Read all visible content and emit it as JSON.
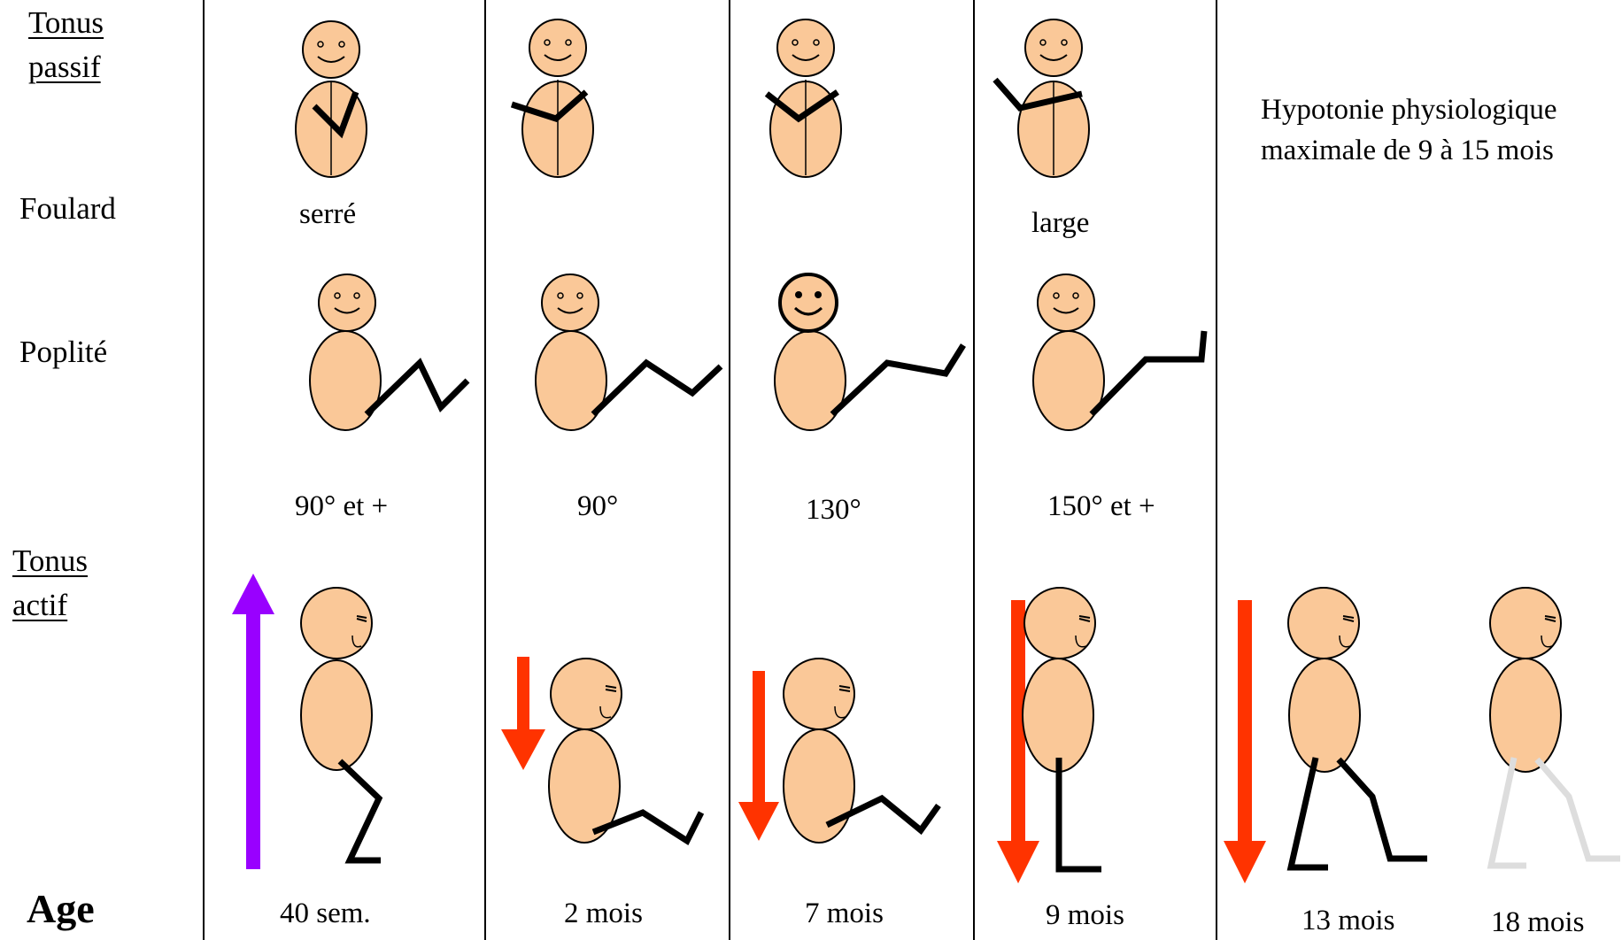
{
  "labels": {
    "tonus_passif_line1": "Tonus",
    "tonus_passif_line2": "passif",
    "foulard": "Foulard",
    "poplite": "Poplité",
    "tonus_actif_line1": "Tonus",
    "tonus_actif_line2": "actif",
    "age": "Age"
  },
  "foulard_captions": [
    "serré",
    "large"
  ],
  "poplite_angles": [
    "90° et +",
    "90°",
    "130°",
    "150° et +"
  ],
  "ages": [
    "40 sem.",
    "2 mois",
    "7 mois",
    "9 mois",
    "13 mois",
    "18 mois"
  ],
  "note": "Hypotonie physiologique maximale de 9 à 15 mois",
  "colors": {
    "skin": "#FAC898",
    "line": "#000000",
    "arrow_up": "#9900FF",
    "arrow_down": "#FF3300",
    "faded_legs": "#DDDDDD"
  }
}
